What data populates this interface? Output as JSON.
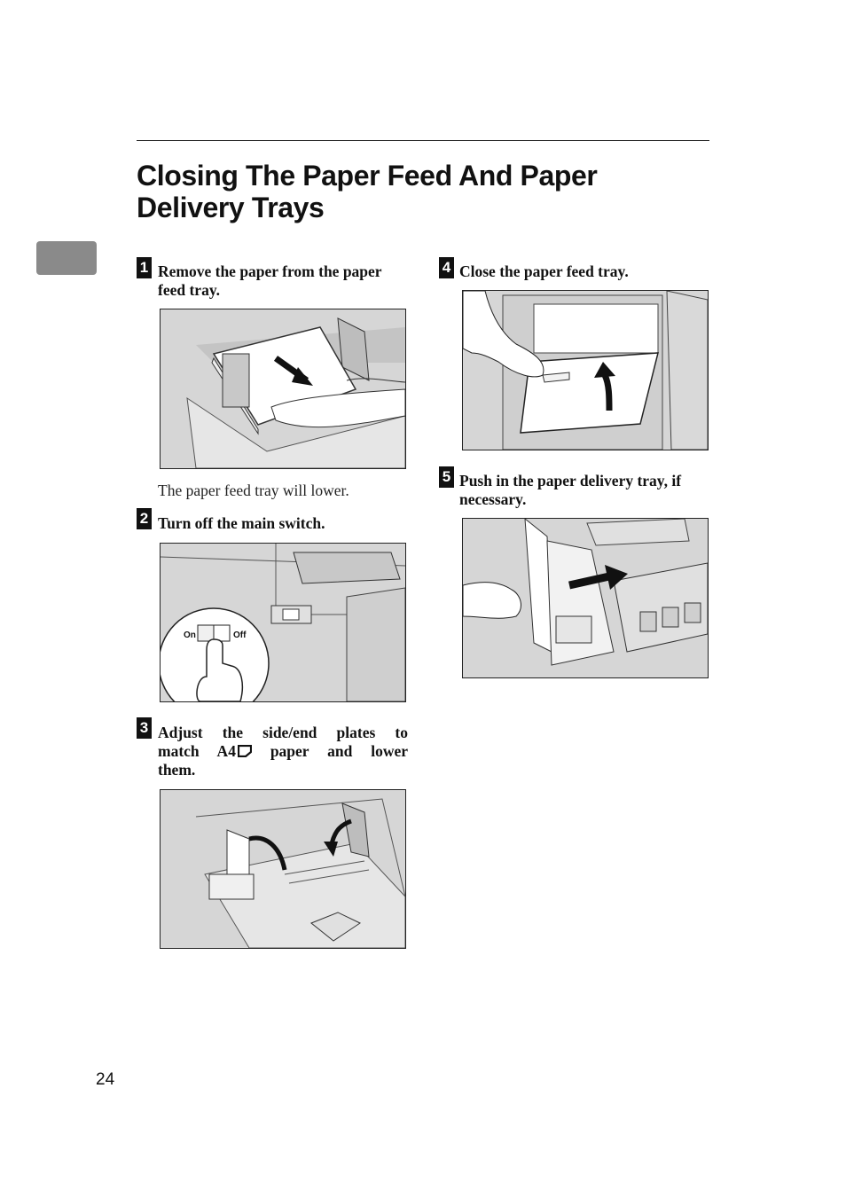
{
  "page": {
    "title": "Closing The Paper Feed And Paper Delivery Trays",
    "page_number": "24"
  },
  "steps": [
    {
      "number": "1",
      "text": "Remove the paper from the paper feed tray.",
      "note": "The paper feed tray will lower.",
      "illustration": "remove-paper-illustration"
    },
    {
      "number": "2",
      "text": "Turn off the main switch.",
      "illustration": "main-switch-illustration",
      "switch_labels": {
        "on": "On",
        "off": "Off"
      }
    },
    {
      "number": "3",
      "text_line1": "Adjust the side/end plates to",
      "text_line2a": "match A4",
      "text_line2b": " paper and lower",
      "text_line3": "them.",
      "illustration": "adjust-plates-illustration"
    },
    {
      "number": "4",
      "text": "Close the paper feed tray.",
      "illustration": "close-tray-illustration"
    },
    {
      "number": "5",
      "text": "Push in the paper delivery tray, if necessary.",
      "illustration": "push-delivery-tray-illustration"
    }
  ],
  "colors": {
    "illustration_bg": "#d6d6d6",
    "tab": "#8a8a8a"
  }
}
